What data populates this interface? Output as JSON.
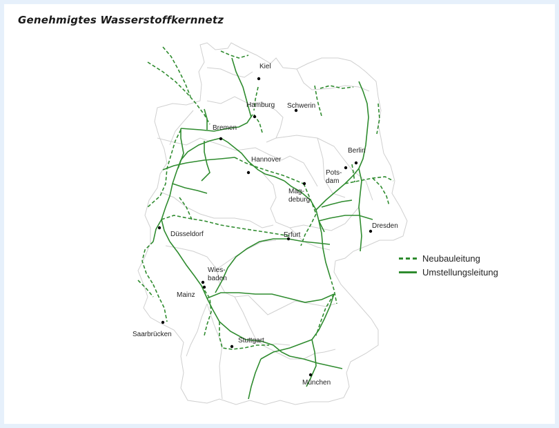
{
  "title": "Genehmigtes Wasserstoffkernnetz",
  "colors": {
    "pipeline": "#2e8b2e",
    "border": "#cfcfcf",
    "city_dot": "#000000",
    "background": "#e6f0fb"
  },
  "legend": {
    "new_build": "Neubauleitung",
    "conversion": "Umstellungsleitung"
  },
  "cities": [
    {
      "id": "kiel",
      "label": "Kiel"
    },
    {
      "id": "hamburg",
      "label": "Hamburg"
    },
    {
      "id": "schwerin",
      "label": "Schwerin"
    },
    {
      "id": "bremen",
      "label": "Bremen"
    },
    {
      "id": "hannover",
      "label": "Hannover"
    },
    {
      "id": "berlin",
      "label": "Berlin"
    },
    {
      "id": "potsdam",
      "label": "Pots-dam"
    },
    {
      "id": "magdeburg",
      "label": "Mag-deburg"
    },
    {
      "id": "duesseldorf",
      "label": "Düsseldorf"
    },
    {
      "id": "erfurt",
      "label": "Erfurt"
    },
    {
      "id": "dresden",
      "label": "Dresden"
    },
    {
      "id": "wiesbaden",
      "label": "Wies-baden"
    },
    {
      "id": "mainz",
      "label": "Mainz"
    },
    {
      "id": "saarbruecken",
      "label": "Saarbrücken"
    },
    {
      "id": "stuttgart",
      "label": "Stuttgart"
    },
    {
      "id": "muenchen",
      "label": "München"
    }
  ]
}
